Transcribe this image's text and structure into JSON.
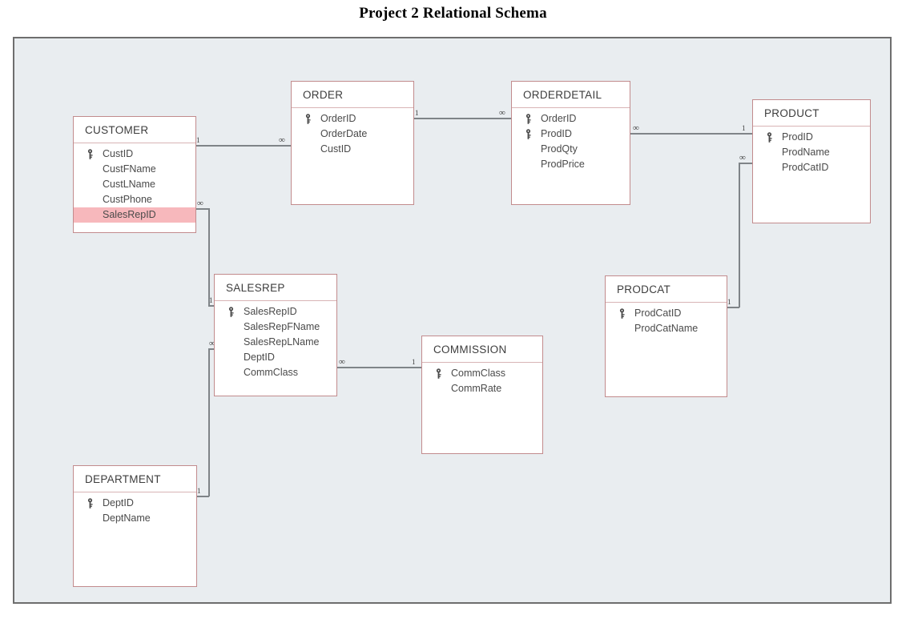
{
  "title": "Project 2 Relational Schema",
  "canvas": {
    "background_color": "#e9edf0",
    "border_color": "#6e6e6e"
  },
  "style": {
    "entity_border_color": "#c28b8d",
    "highlight_color": "#f7b8bc",
    "connector_color": "#7f8488"
  },
  "entities": [
    {
      "name": "CUSTOMER",
      "attributes": [
        {
          "name": "CustID",
          "key": true,
          "highlight": false
        },
        {
          "name": "CustFName",
          "key": false,
          "highlight": false
        },
        {
          "name": "CustLName",
          "key": false,
          "highlight": false
        },
        {
          "name": "CustPhone",
          "key": false,
          "highlight": false
        },
        {
          "name": "SalesRepID",
          "key": false,
          "highlight": true
        }
      ]
    },
    {
      "name": "ORDER",
      "attributes": [
        {
          "name": "OrderID",
          "key": true,
          "highlight": false
        },
        {
          "name": "OrderDate",
          "key": false,
          "highlight": false
        },
        {
          "name": "CustID",
          "key": false,
          "highlight": false
        }
      ]
    },
    {
      "name": "ORDERDETAIL",
      "attributes": [
        {
          "name": "OrderID",
          "key": true,
          "highlight": false
        },
        {
          "name": "ProdID",
          "key": true,
          "highlight": false
        },
        {
          "name": "ProdQty",
          "key": false,
          "highlight": false
        },
        {
          "name": "ProdPrice",
          "key": false,
          "highlight": false
        }
      ]
    },
    {
      "name": "PRODUCT",
      "attributes": [
        {
          "name": "ProdID",
          "key": true,
          "highlight": false
        },
        {
          "name": "ProdName",
          "key": false,
          "highlight": false
        },
        {
          "name": "ProdCatID",
          "key": false,
          "highlight": false
        }
      ]
    },
    {
      "name": "SALESREP",
      "attributes": [
        {
          "name": "SalesRepID",
          "key": true,
          "highlight": false
        },
        {
          "name": "SalesRepFName",
          "key": false,
          "highlight": false
        },
        {
          "name": "SalesRepLName",
          "key": false,
          "highlight": false
        },
        {
          "name": "DeptID",
          "key": false,
          "highlight": false
        },
        {
          "name": "CommClass",
          "key": false,
          "highlight": false
        }
      ]
    },
    {
      "name": "COMMISSION",
      "attributes": [
        {
          "name": "CommClass",
          "key": true,
          "highlight": false
        },
        {
          "name": "CommRate",
          "key": false,
          "highlight": false
        }
      ]
    },
    {
      "name": "PRODCAT",
      "attributes": [
        {
          "name": "ProdCatID",
          "key": true,
          "highlight": false
        },
        {
          "name": "ProdCatName",
          "key": false,
          "highlight": false
        }
      ]
    },
    {
      "name": "DEPARTMENT",
      "attributes": [
        {
          "name": "DeptID",
          "key": true,
          "highlight": false
        },
        {
          "name": "DeptName",
          "key": false,
          "highlight": false
        }
      ]
    }
  ],
  "relationships": [
    {
      "from": "CUSTOMER",
      "to": "ORDER",
      "from_cardinality": "1",
      "to_cardinality": "∞"
    },
    {
      "from": "ORDER",
      "to": "ORDERDETAIL",
      "from_cardinality": "1",
      "to_cardinality": "∞"
    },
    {
      "from": "PRODUCT",
      "to": "ORDERDETAIL",
      "from_cardinality": "1",
      "to_cardinality": "∞"
    },
    {
      "from": "SALESREP",
      "to": "CUSTOMER",
      "from_cardinality": "1",
      "to_cardinality": "∞"
    },
    {
      "from": "COMMISSION",
      "to": "SALESREP",
      "from_cardinality": "1",
      "to_cardinality": "∞"
    },
    {
      "from": "DEPARTMENT",
      "to": "SALESREP",
      "from_cardinality": "1",
      "to_cardinality": "∞"
    },
    {
      "from": "PRODCAT",
      "to": "PRODUCT",
      "from_cardinality": "1",
      "to_cardinality": "∞"
    }
  ]
}
